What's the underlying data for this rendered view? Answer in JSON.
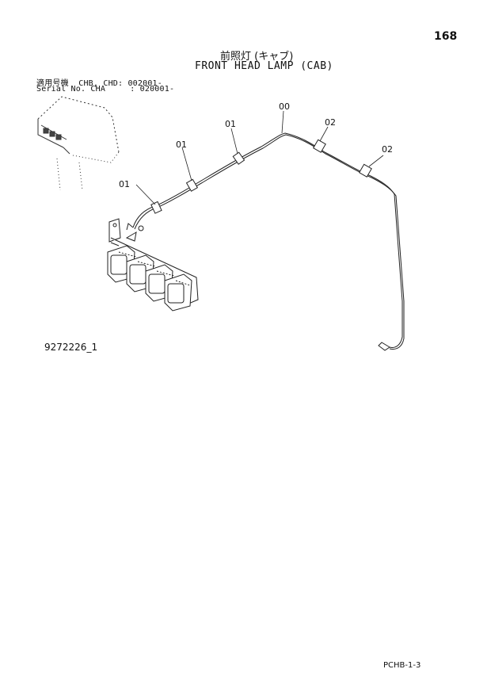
{
  "page_number": "168",
  "title_jp": "前照灯 (キャブ)",
  "title_en": "FRONT HEAD LAMP (CAB)",
  "serial_lines": [
    "適用号機  CHB, CHD: 002001-",
    "Serial No. CHA     : 020001-"
  ],
  "callouts": {
    "c00": "00",
    "c01a": "01",
    "c01b": "01",
    "c01c": "01",
    "c02a": "02",
    "c02b": "02"
  },
  "drawing_id": "9272226_1",
  "footer_code": "PCHB-1-3"
}
